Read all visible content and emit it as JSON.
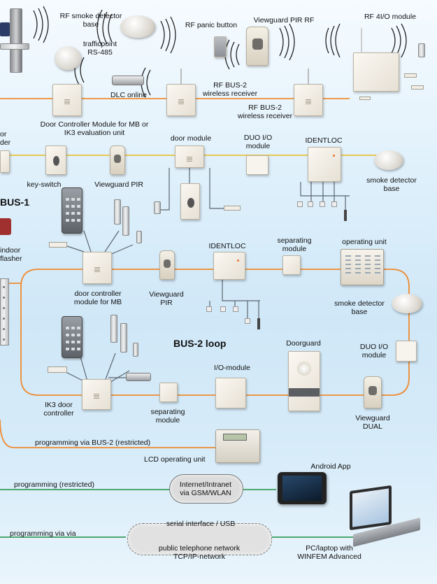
{
  "labels": {
    "rf_smoke": "RF smoke detector\nbase",
    "rf_panic": "RF panic button",
    "viewguard_pir_rf": "Viewguard PIR RF",
    "rf_4io": "RF 4I/O module",
    "trafficpoint": "trafficpoint\nRS-485",
    "dlc_online": "DLC online",
    "rf_bus2_a": "RF BUS-2\nwireless receiver",
    "rf_bus2_b": "RF BUS-2\nwireless receiver",
    "door_ctrl_mb_ik3": "Door Controller Module for MB or\nIK3 evaluation unit",
    "or_reader": "or\nder",
    "door_module": "door module",
    "duo_io_top": "DUO I/O\nmodule",
    "identloc_top": "IDENTLOC",
    "key_switch": "key-switch",
    "viewguard_pir_1": "Viewguard PIR",
    "smoke_detector_top": "smoke detector\nbase",
    "indoor_flasher": "indoor\nflasher",
    "identloc_mid": "IDENTLOC",
    "separating_module_top": "separating\nmodule",
    "operating_unit": "operating unit",
    "door_ctrl_mb": "door controller\nmodule for MB",
    "viewguard_pir_2": "Viewguard\nPIR",
    "smoke_detector_right": "smoke detector\nbase",
    "doorguard": "Doorguard",
    "io_module": "I/O-module",
    "duo_io_right": "DUO I/O\nmodule",
    "ik3_door_controller": "IK3 door\ncontroller",
    "separating_module_bottom": "separating\nmodule",
    "viewguard_dual": "Viewguard\nDUAL",
    "prog_bus2": "programming via BUS-2 (restricted)",
    "lcd_operating_unit": "LCD operating unit",
    "android_app": "Android App",
    "prog_restricted": "programming (restricted)",
    "internet": "Internet/Intranet\nvia GSM/WLAN",
    "serial_usb": "serial interface / USB",
    "prog_via_via": "programming via via",
    "pstn": "public telephone network\nTCP/IP-network",
    "pc_laptop": "PC/laptop with\nWINFEM Advanced"
  },
  "headings": {
    "bus1": "BUS-1",
    "bus2_loop": "BUS-2 loop"
  },
  "colors": {
    "bus_wire": "#ef8a2e",
    "data_wire": "#3a9b5c",
    "signal_wire": "#5b6670",
    "radio_wave": "#222222",
    "background_sky": "#d6ebf8"
  }
}
